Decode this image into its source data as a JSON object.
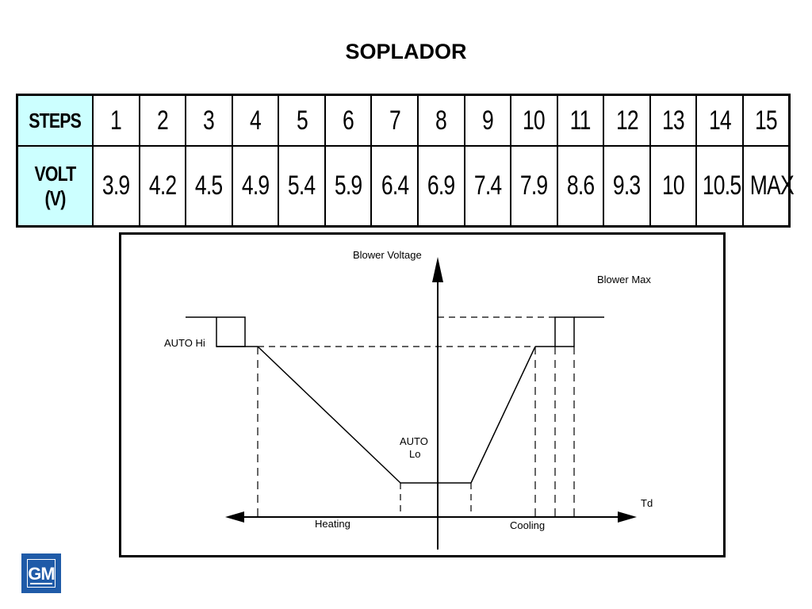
{
  "title": "SOPLADOR",
  "table": {
    "steps_label": "STEPS",
    "volt_label": "VOLT (V)",
    "steps": [
      "1",
      "2",
      "3",
      "4",
      "5",
      "6",
      "7",
      "8",
      "9",
      "10",
      "11",
      "12",
      "13",
      "14",
      "15"
    ],
    "volts": [
      "3.9",
      "4.2",
      "4.5",
      "4.9",
      "5.4",
      "5.9",
      "6.4",
      "6.9",
      "7.4",
      "7.9",
      "8.6",
      "9.3",
      "10",
      "10.5",
      "MAX"
    ],
    "header_color": "#ccffff"
  },
  "diagram": {
    "y_axis_label": "Blower Voltage",
    "blower_max_label": "Blower Max",
    "auto_hi_label": "AUTO Hi",
    "auto_lo_label_1": "AUTO",
    "auto_lo_label_2": "Lo",
    "x_axis_label": "Td",
    "heating_label": "Heating",
    "cooling_label": "Cooling"
  },
  "logo": {
    "text": "GM",
    "color": "#1f5ba8"
  }
}
